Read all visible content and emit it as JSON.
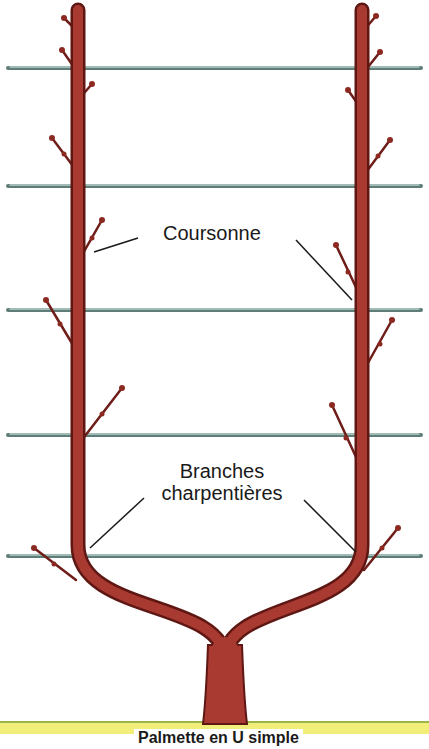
{
  "diagram": {
    "caption": "Palmette en U simple",
    "labels": [
      "Coursonne",
      "Branches charpentières"
    ]
  }
}
